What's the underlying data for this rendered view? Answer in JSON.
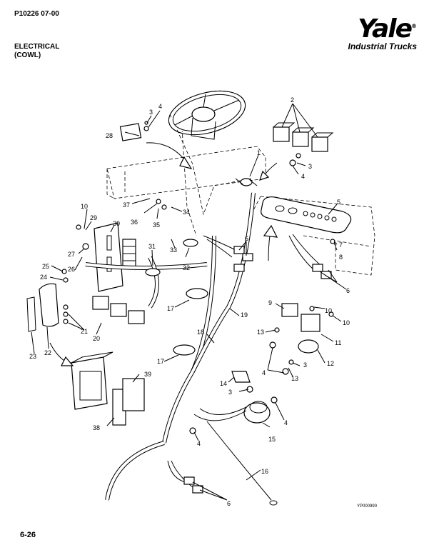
{
  "header": {
    "doc_code": "P10226    07-00",
    "section_line1": "ELECTRICAL",
    "section_line2": "(COWL)"
  },
  "brand": {
    "name": "Yale",
    "tagline": "Industrial Trucks",
    "registered_mark": "®"
  },
  "footer": {
    "page_number": "6-26",
    "figure_code": "YP000990"
  },
  "callouts": [
    {
      "id": "c1",
      "label": "1"
    },
    {
      "id": "c2",
      "label": "2"
    },
    {
      "id": "c3a",
      "label": "3"
    },
    {
      "id": "c3b",
      "label": "3"
    },
    {
      "id": "c3c",
      "label": "3"
    },
    {
      "id": "c3d",
      "label": "3"
    },
    {
      "id": "c4a",
      "label": "4"
    },
    {
      "id": "c4b",
      "label": "4"
    },
    {
      "id": "c4c",
      "label": "4"
    },
    {
      "id": "c4d",
      "label": "4"
    },
    {
      "id": "c4e",
      "label": "4"
    },
    {
      "id": "c5",
      "label": "5"
    },
    {
      "id": "c6a",
      "label": "6"
    },
    {
      "id": "c6b",
      "label": "6"
    },
    {
      "id": "c6c",
      "label": "6"
    },
    {
      "id": "c7",
      "label": "7"
    },
    {
      "id": "c8",
      "label": "8"
    },
    {
      "id": "c9",
      "label": "9"
    },
    {
      "id": "c10a",
      "label": "10"
    },
    {
      "id": "c10b",
      "label": "10"
    },
    {
      "id": "c10c",
      "label": "10"
    },
    {
      "id": "c11",
      "label": "11"
    },
    {
      "id": "c12",
      "label": "12"
    },
    {
      "id": "c13a",
      "label": "13"
    },
    {
      "id": "c13b",
      "label": "13"
    },
    {
      "id": "c14",
      "label": "14"
    },
    {
      "id": "c15",
      "label": "15"
    },
    {
      "id": "c16",
      "label": "16"
    },
    {
      "id": "c17a",
      "label": "17"
    },
    {
      "id": "c17b",
      "label": "17"
    },
    {
      "id": "c18",
      "label": "18"
    },
    {
      "id": "c19",
      "label": "19"
    },
    {
      "id": "c20",
      "label": "20"
    },
    {
      "id": "c21",
      "label": "21"
    },
    {
      "id": "c22",
      "label": "22"
    },
    {
      "id": "c23",
      "label": "23"
    },
    {
      "id": "c24",
      "label": "24"
    },
    {
      "id": "c25",
      "label": "25"
    },
    {
      "id": "c26",
      "label": "26"
    },
    {
      "id": "c27",
      "label": "27"
    },
    {
      "id": "c28",
      "label": "28"
    },
    {
      "id": "c29",
      "label": "29"
    },
    {
      "id": "c30",
      "label": "30"
    },
    {
      "id": "c31",
      "label": "31"
    },
    {
      "id": "c32",
      "label": "32"
    },
    {
      "id": "c33",
      "label": "33"
    },
    {
      "id": "c34",
      "label": "34"
    },
    {
      "id": "c35",
      "label": "35"
    },
    {
      "id": "c36",
      "label": "36"
    },
    {
      "id": "c37",
      "label": "37"
    },
    {
      "id": "c38",
      "label": "38"
    },
    {
      "id": "c39",
      "label": "39"
    }
  ]
}
